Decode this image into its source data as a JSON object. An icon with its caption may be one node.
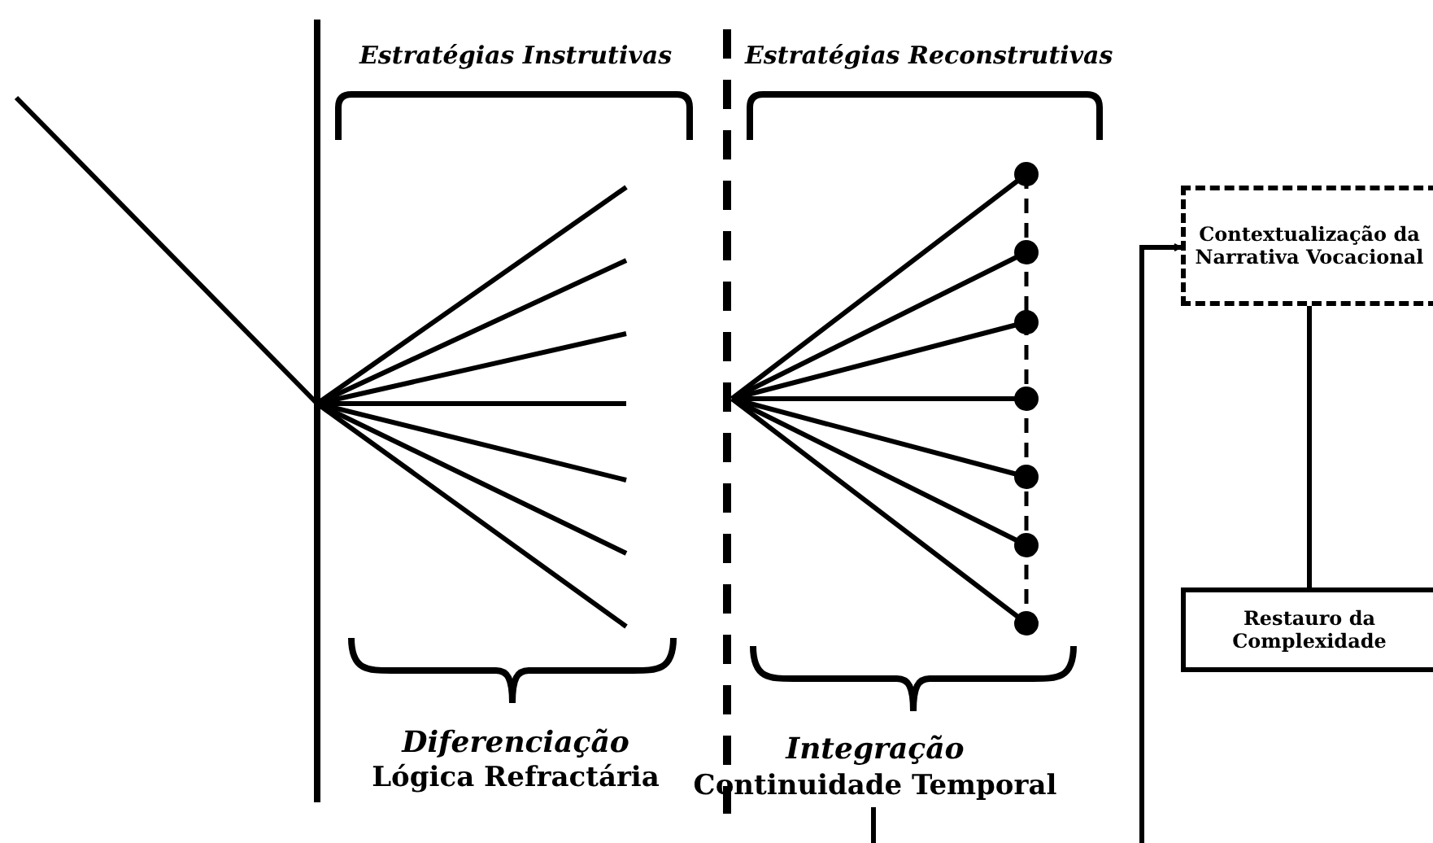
{
  "diagram": {
    "nodes": [
      {
        "text": [
          "Contextualização da Narrativa Vocacional"
        ]
      },
      {
        "text": [
          "Restauro da Complexidade"
        ]
      },
      {
        "text": [
          "Integração",
          "Continuidade Temporal"
        ]
      }
    ],
    "edges": [
      {
        "from": null,
        "to": 0,
        "arrow": "to"
      },
      {
        "from": 0,
        "to": 1,
        "arrow": "none"
      },
      {
        "from": 2,
        "to": null,
        "arrow": "none"
      }
    ],
    "labels": [
      "Estratégias Instrutivas",
      "Estratégias Reconstrutivas",
      "Diferenciação",
      "Lógica Refractária"
    ]
  }
}
